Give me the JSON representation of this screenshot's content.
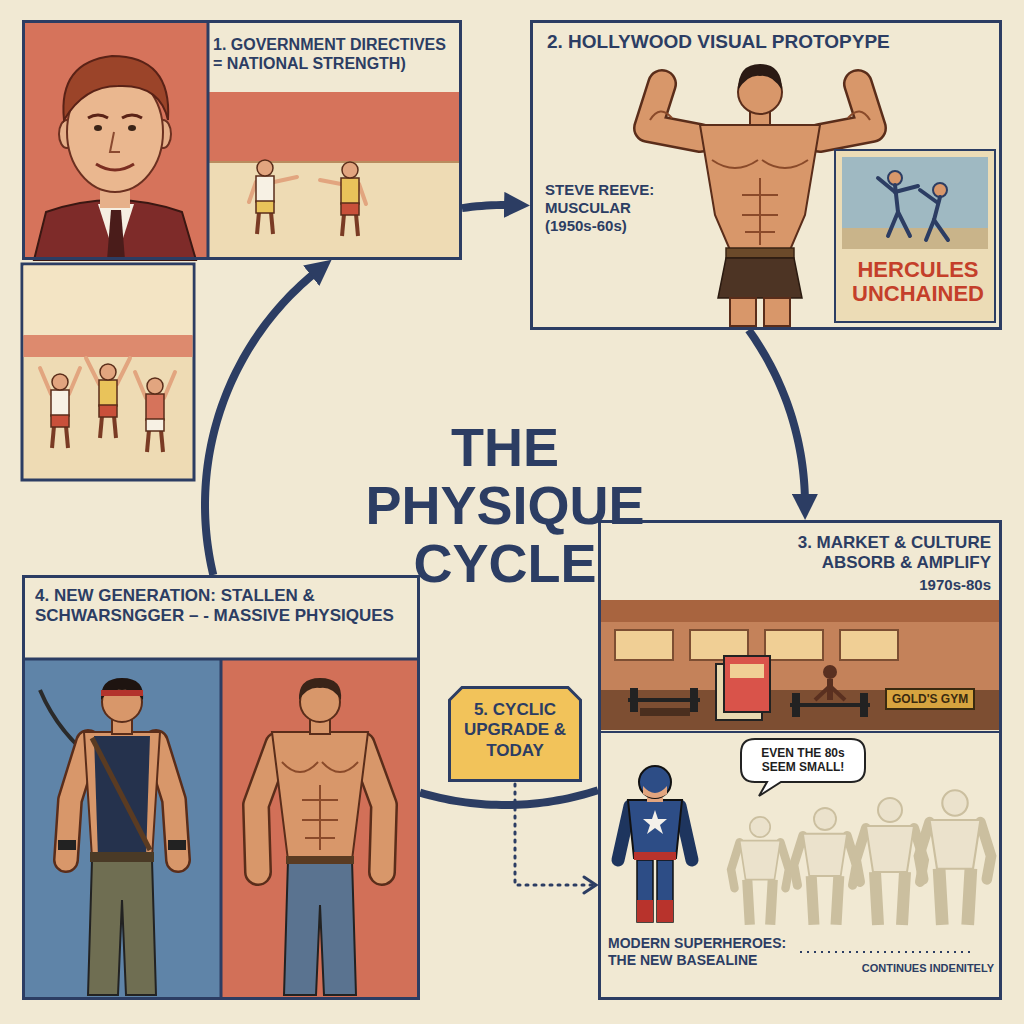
{
  "diagram": {
    "title": "THE PHYSIQUE CYCLE",
    "nodes": [
      {
        "text": [
          "1. GOVERNMENT DIRECTIVES = NATIONAL STRENGTH)"
        ]
      },
      {
        "text": [
          "2. HOLLYWOOD VISUAL PROTOPYPE",
          "STEVE REEVE: MUSCULAR (1950s-60s)"
        ]
      },
      {
        "text": [
          "3. MARKET & CULTURE ABSORB & AMPLIFY",
          "1970s-80s"
        ]
      },
      {
        "text": [
          "EVEN THE 80s SEEM SMALL!"
        ],
        "in": 2
      },
      {
        "text": [
          "4. NEW GENERATION: STALLEN & SCHWARSNGGER – - MASSIVE PHYSIQUES"
        ]
      },
      {
        "text": [
          "5. CYCLIC UPGRADE & TODAY"
        ]
      }
    ],
    "edges": [
      {
        "from": 0,
        "to": 1,
        "arrow": "to"
      },
      {
        "from": 1,
        "to": 2,
        "arrow": "to"
      },
      {
        "from": 2,
        "to": 4,
        "arrow": "none"
      },
      {
        "from": 4,
        "to": 0,
        "arrow": "to"
      },
      {
        "from": 5,
        "to": 2,
        "arrow": "to"
      }
    ],
    "labels": [
      "HERCULES UNCHAINED",
      "GOLD'S GYM",
      "MODERN SUPERHEROES: THE NEW BASEALINE",
      "CONTINUES INDENITELY"
    ]
  }
}
